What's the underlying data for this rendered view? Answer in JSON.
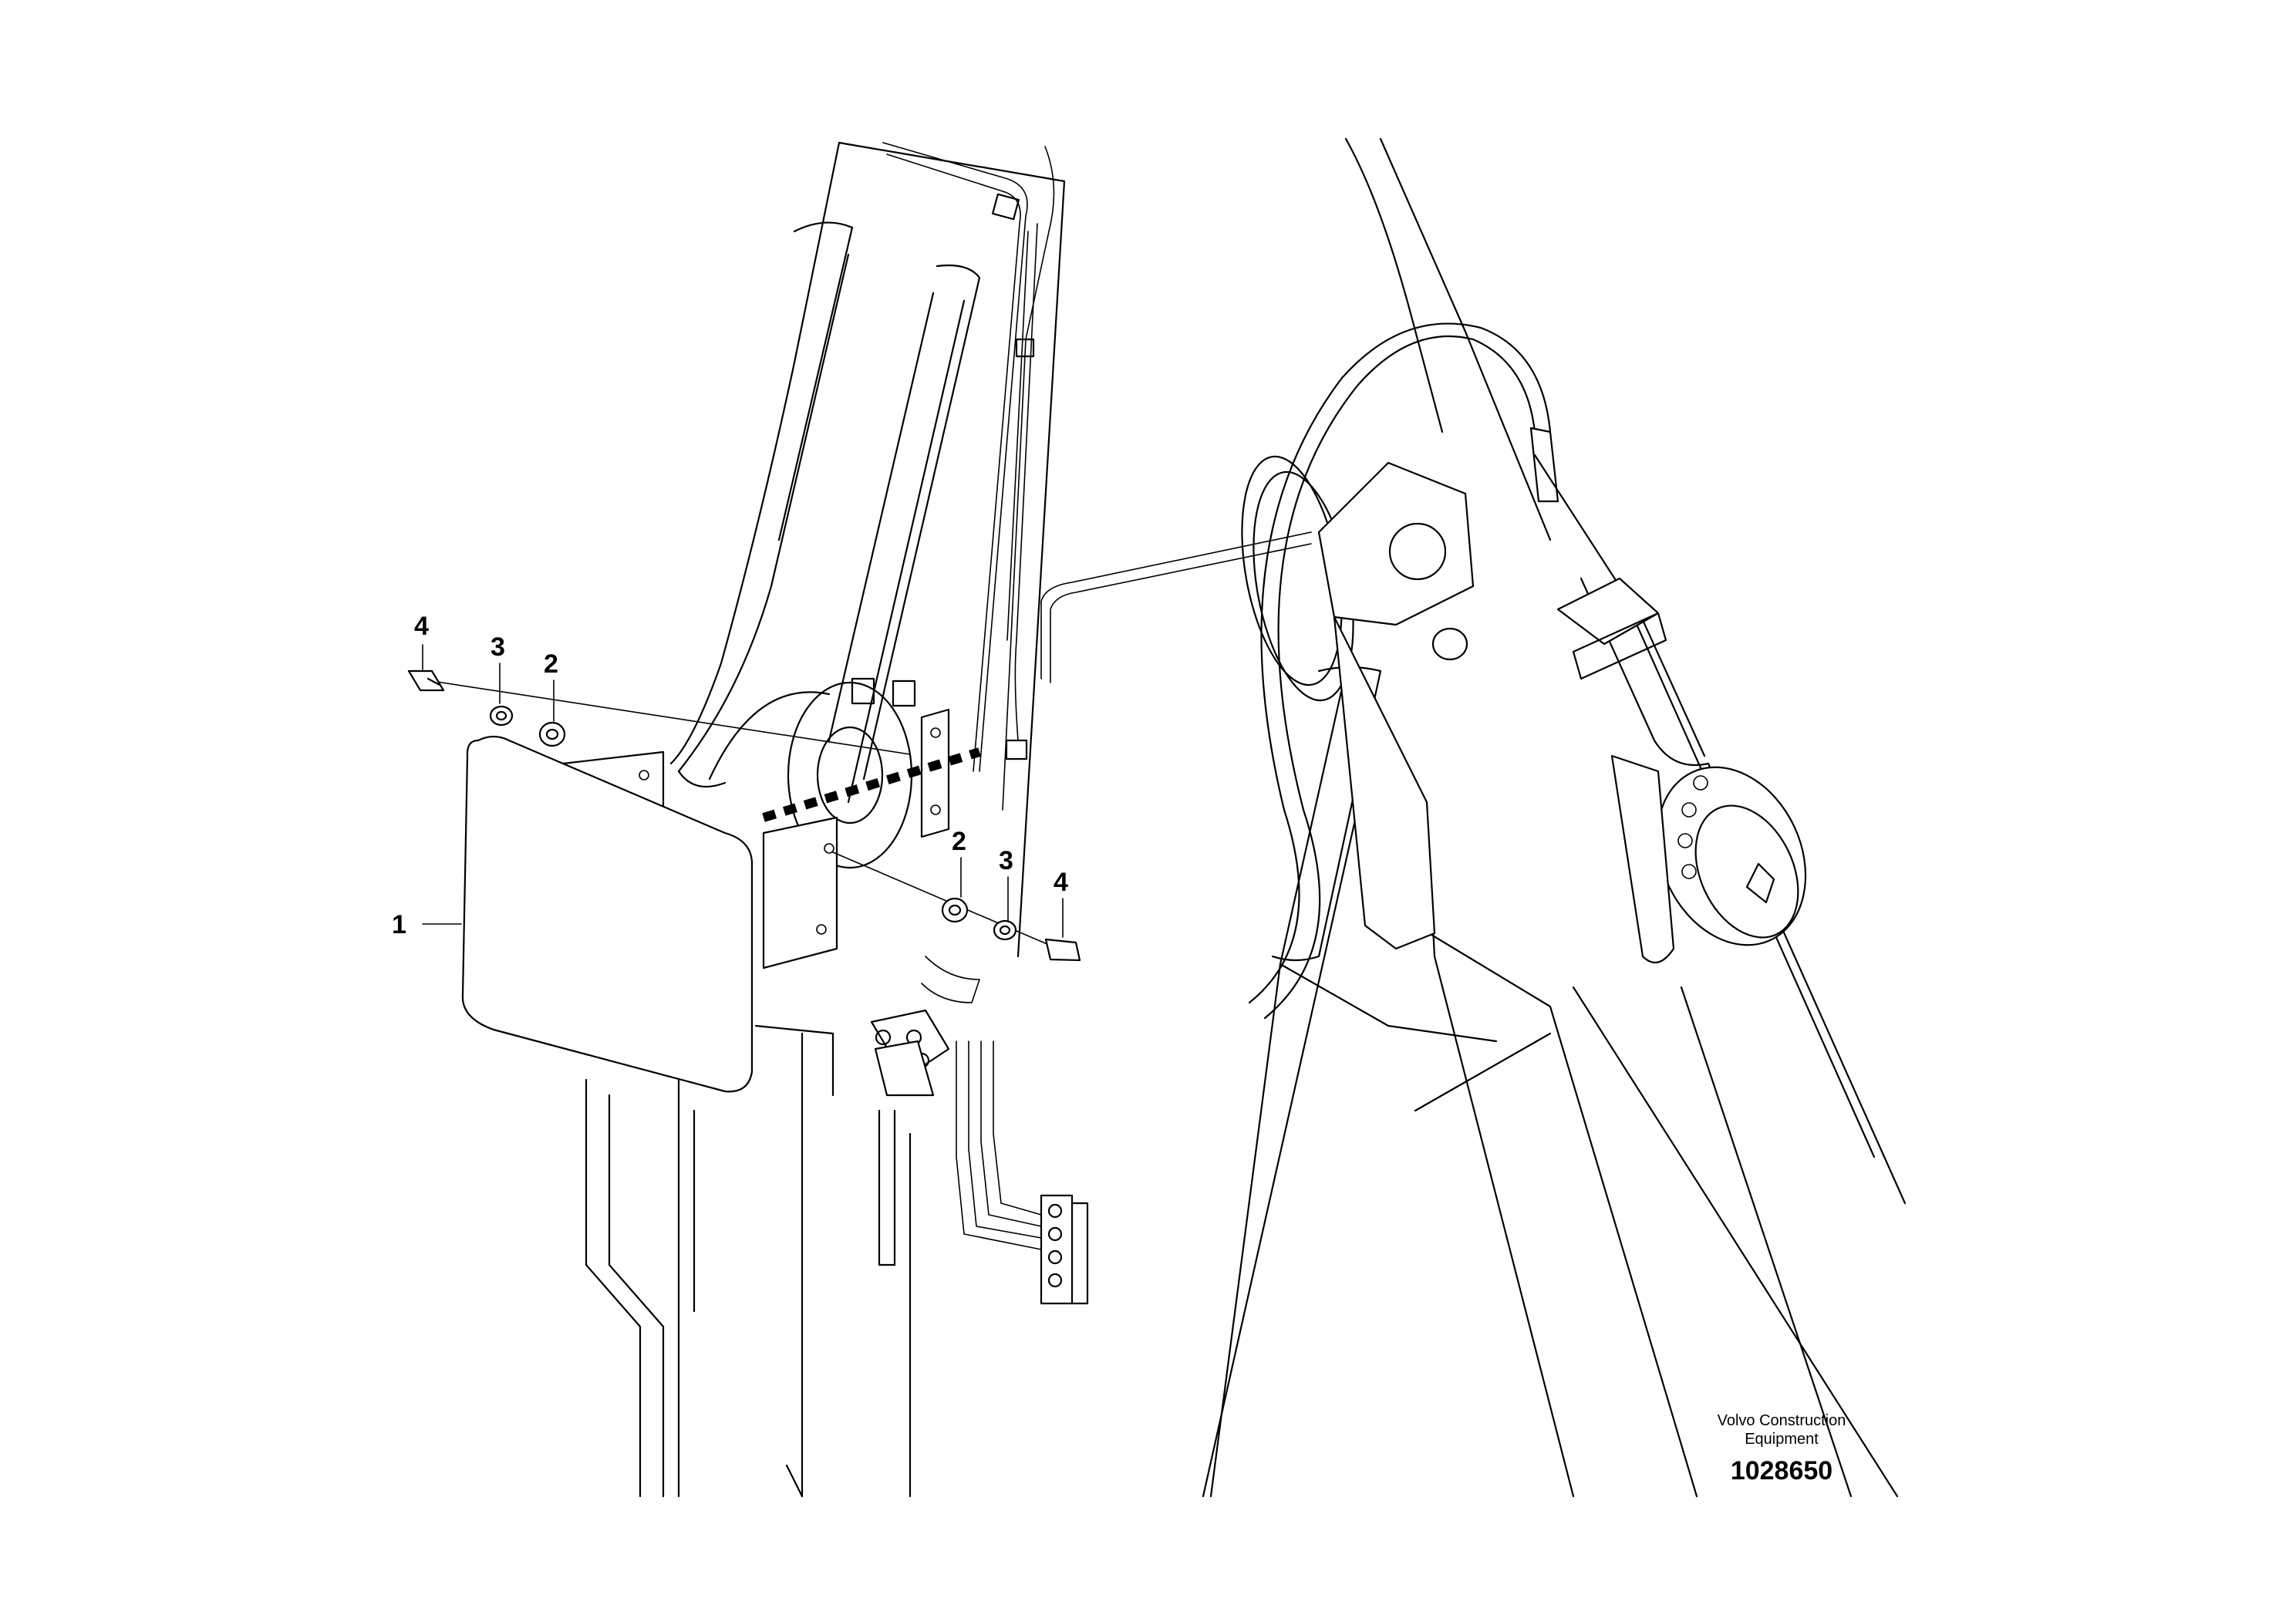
{
  "diagram": {
    "callouts": [
      {
        "id": "c1",
        "label": "1"
      },
      {
        "id": "c2a",
        "label": "2"
      },
      {
        "id": "c3a",
        "label": "3"
      },
      {
        "id": "c4a",
        "label": "4"
      },
      {
        "id": "c2b",
        "label": "2"
      },
      {
        "id": "c3b",
        "label": "3"
      },
      {
        "id": "c4b",
        "label": "4"
      }
    ],
    "brand_line1": "Volvo Construction",
    "brand_line2": "Equipment",
    "document_number": "1028650"
  }
}
